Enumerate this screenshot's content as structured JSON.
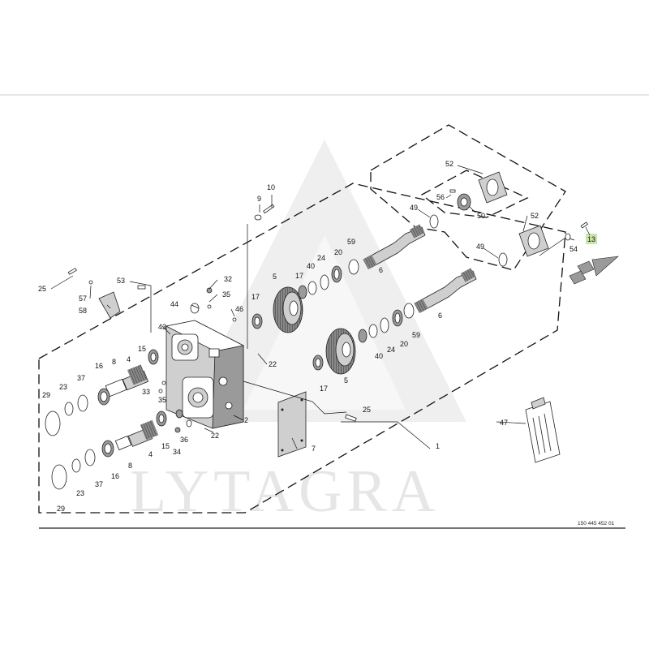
{
  "watermark": {
    "text": "LYTAGRA"
  },
  "drawing_number": "150 445 452 01",
  "highlight_color": "#c9e7a8",
  "part_callouts": [
    {
      "id": "c1",
      "label": "1"
    },
    {
      "id": "c2",
      "label": "2"
    },
    {
      "id": "c4a",
      "label": "4"
    },
    {
      "id": "c4b",
      "label": "4"
    },
    {
      "id": "c5a",
      "label": "5"
    },
    {
      "id": "c5b",
      "label": "5"
    },
    {
      "id": "c6a",
      "label": "6"
    },
    {
      "id": "c6b",
      "label": "6"
    },
    {
      "id": "c7",
      "label": "7"
    },
    {
      "id": "c8a",
      "label": "8"
    },
    {
      "id": "c8b",
      "label": "8"
    },
    {
      "id": "c9",
      "label": "9"
    },
    {
      "id": "c10",
      "label": "10"
    },
    {
      "id": "c13",
      "label": "13"
    },
    {
      "id": "c15a",
      "label": "15"
    },
    {
      "id": "c15b",
      "label": "15"
    },
    {
      "id": "c16a",
      "label": "16"
    },
    {
      "id": "c16b",
      "label": "16"
    },
    {
      "id": "c17a",
      "label": "17"
    },
    {
      "id": "c17b",
      "label": "17"
    },
    {
      "id": "c17c",
      "label": "17"
    },
    {
      "id": "c20a",
      "label": "20"
    },
    {
      "id": "c20b",
      "label": "20"
    },
    {
      "id": "c22a",
      "label": "22"
    },
    {
      "id": "c22b",
      "label": "22"
    },
    {
      "id": "c23a",
      "label": "23"
    },
    {
      "id": "c23b",
      "label": "23"
    },
    {
      "id": "c24a",
      "label": "24"
    },
    {
      "id": "c24b",
      "label": "24"
    },
    {
      "id": "c25a",
      "label": "25"
    },
    {
      "id": "c25b",
      "label": "25"
    },
    {
      "id": "c29a",
      "label": "29"
    },
    {
      "id": "c29b",
      "label": "29"
    },
    {
      "id": "c32",
      "label": "32"
    },
    {
      "id": "c33",
      "label": "33"
    },
    {
      "id": "c34",
      "label": "34"
    },
    {
      "id": "c35a",
      "label": "35"
    },
    {
      "id": "c35b",
      "label": "35"
    },
    {
      "id": "c36",
      "label": "36"
    },
    {
      "id": "c37a",
      "label": "37"
    },
    {
      "id": "c37b",
      "label": "37"
    },
    {
      "id": "c40a",
      "label": "40"
    },
    {
      "id": "c40b",
      "label": "40"
    },
    {
      "id": "c43",
      "label": "43"
    },
    {
      "id": "c44",
      "label": "44"
    },
    {
      "id": "c46",
      "label": "46"
    },
    {
      "id": "c47",
      "label": "47"
    },
    {
      "id": "c49a",
      "label": "49"
    },
    {
      "id": "c49b",
      "label": "49"
    },
    {
      "id": "c50",
      "label": "50"
    },
    {
      "id": "c52a",
      "label": "52"
    },
    {
      "id": "c52b",
      "label": "52"
    },
    {
      "id": "c53",
      "label": "53"
    },
    {
      "id": "c54",
      "label": "54"
    },
    {
      "id": "c56",
      "label": "56"
    },
    {
      "id": "c57",
      "label": "57"
    },
    {
      "id": "c58",
      "label": "58"
    },
    {
      "id": "c59a",
      "label": "59"
    },
    {
      "id": "c59b",
      "label": "59"
    }
  ]
}
